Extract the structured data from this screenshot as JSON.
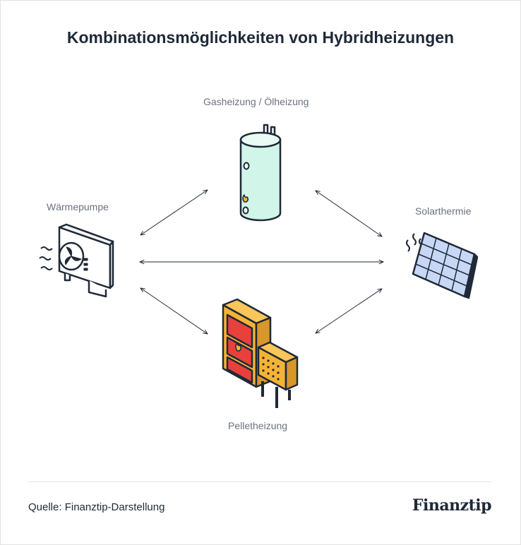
{
  "title": "Kombinationsmöglichkeiten von Hybridheizungen",
  "nodes": {
    "gas": {
      "label": "Gasheizung / Ölheizung",
      "icon": "boiler-icon"
    },
    "heat_pump": {
      "label": "Wärmepumpe",
      "icon": "heat-pump-icon"
    },
    "solar": {
      "label": "Solarthermie",
      "icon": "solar-panel-icon"
    },
    "pellet": {
      "label": "Pelletheizung",
      "icon": "pellet-stove-icon"
    }
  },
  "footer": {
    "source": "Quelle: Finanztip-Darstellung",
    "logo": "Finanztip"
  },
  "colors": {
    "boiler": "#d1f5e8",
    "pellet": "#f5b335",
    "pellet_door": "#e8413c",
    "heat_pump": "#ffffff",
    "solar_cell": "#c7d7f5",
    "outline": "#1f2937"
  }
}
